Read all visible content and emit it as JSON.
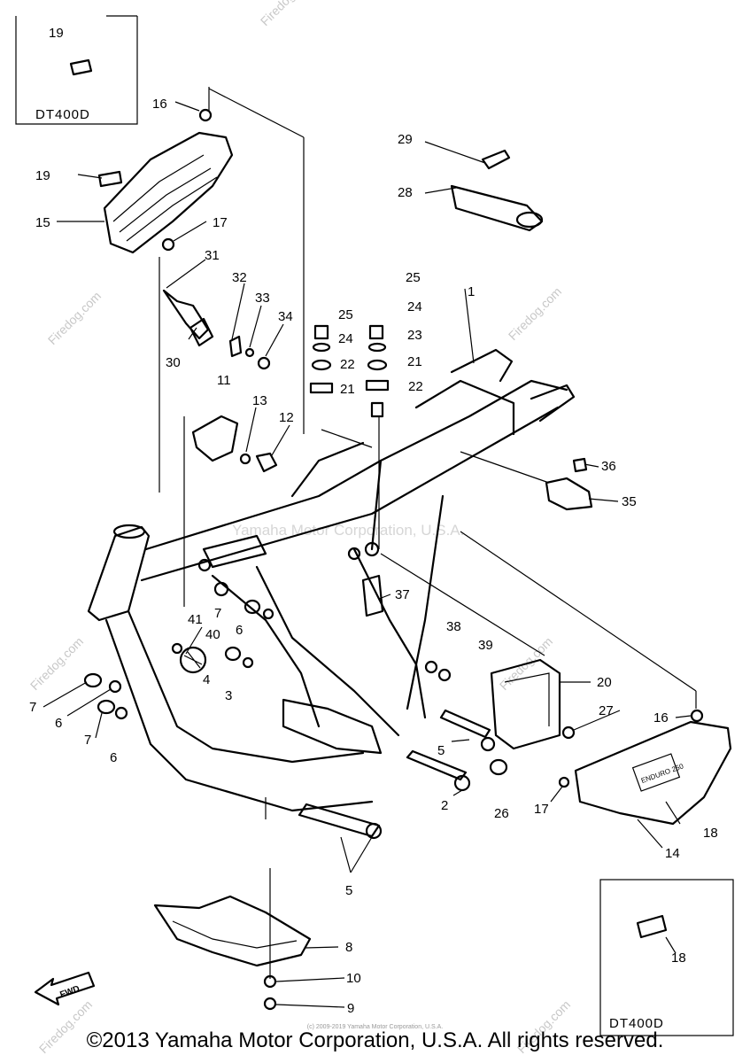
{
  "diagram": {
    "callouts": [
      {
        "id": "c19a",
        "label": "19"
      },
      {
        "id": "c16a",
        "label": "16"
      },
      {
        "id": "c19b",
        "label": "19"
      },
      {
        "id": "c15",
        "label": "15"
      },
      {
        "id": "c17a",
        "label": "17"
      },
      {
        "id": "c31",
        "label": "31"
      },
      {
        "id": "c32",
        "label": "32"
      },
      {
        "id": "c33",
        "label": "33"
      },
      {
        "id": "c34",
        "label": "34"
      },
      {
        "id": "c30",
        "label": "30"
      },
      {
        "id": "c11",
        "label": "11"
      },
      {
        "id": "c13",
        "label": "13"
      },
      {
        "id": "c12",
        "label": "12"
      },
      {
        "id": "c29",
        "label": "29"
      },
      {
        "id": "c28",
        "label": "28"
      },
      {
        "id": "c25a",
        "label": "25"
      },
      {
        "id": "c24a",
        "label": "24"
      },
      {
        "id": "c22a",
        "label": "22"
      },
      {
        "id": "c21a",
        "label": "21"
      },
      {
        "id": "c25b",
        "label": "25"
      },
      {
        "id": "c24b",
        "label": "24"
      },
      {
        "id": "c23",
        "label": "23"
      },
      {
        "id": "c21b",
        "label": "21"
      },
      {
        "id": "c22b",
        "label": "22"
      },
      {
        "id": "c1",
        "label": "1"
      },
      {
        "id": "c36",
        "label": "36"
      },
      {
        "id": "c35",
        "label": "35"
      },
      {
        "id": "c37",
        "label": "37"
      },
      {
        "id": "c7a",
        "label": "7"
      },
      {
        "id": "c6a",
        "label": "6"
      },
      {
        "id": "c41",
        "label": "41"
      },
      {
        "id": "c40",
        "label": "40"
      },
      {
        "id": "c4",
        "label": "4"
      },
      {
        "id": "c3",
        "label": "3"
      },
      {
        "id": "c7b",
        "label": "7"
      },
      {
        "id": "c6b",
        "label": "6"
      },
      {
        "id": "c7c",
        "label": "7"
      },
      {
        "id": "c6c",
        "label": "6"
      },
      {
        "id": "c38",
        "label": "38"
      },
      {
        "id": "c39",
        "label": "39"
      },
      {
        "id": "c20",
        "label": "20"
      },
      {
        "id": "c27",
        "label": "27"
      },
      {
        "id": "c16b",
        "label": "16"
      },
      {
        "id": "c5a",
        "label": "5"
      },
      {
        "id": "c2",
        "label": "2"
      },
      {
        "id": "c26",
        "label": "26"
      },
      {
        "id": "c17b",
        "label": "17"
      },
      {
        "id": "c18a",
        "label": "18"
      },
      {
        "id": "c14",
        "label": "14"
      },
      {
        "id": "c5b",
        "label": "5"
      },
      {
        "id": "c8",
        "label": "8"
      },
      {
        "id": "c10",
        "label": "10"
      },
      {
        "id": "c9",
        "label": "9"
      },
      {
        "id": "c18b",
        "label": "18"
      }
    ],
    "inset_top_model": "DT400D",
    "inset_bottom_model": "DT400D",
    "fwd_label": "FWD",
    "side_cover_emblem": "ENDURO 250"
  },
  "watermark": {
    "center_text": "Yamaha Motor Corporation, U.S.A.",
    "site_text": "Firedog.com"
  },
  "footer": {
    "copyright": "©2013 Yamaha Motor Corporation, U.S.A. All rights reserved.",
    "small_copyright": "(c) 2009-2019 Yamaha Motor Corporation, U.S.A."
  }
}
